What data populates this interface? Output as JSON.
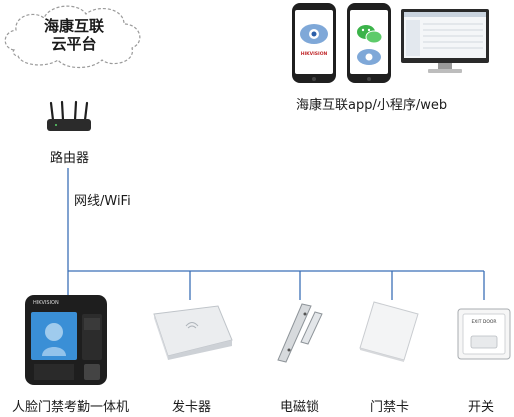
{
  "cloud": {
    "line1": "海康互联",
    "line2": "云平台"
  },
  "apps_label": "海康互联app/小程序/web",
  "router_label": "路由器",
  "network_label": "网线/WiFi",
  "phone_brand": "HIKVISION",
  "devices": [
    {
      "id": "face-terminal",
      "label": "人脸门禁考勤一体机",
      "brand": "HIKVISION"
    },
    {
      "id": "card-issuer",
      "label": "发卡器"
    },
    {
      "id": "magnetic-lock",
      "label": "电磁锁"
    },
    {
      "id": "access-card",
      "label": "门禁卡"
    },
    {
      "id": "exit-switch",
      "label": "开关",
      "text": "EXIT DOOR"
    }
  ],
  "colors": {
    "line": "#3b6fb6",
    "cloud_outline": "#9a9a9a"
  }
}
